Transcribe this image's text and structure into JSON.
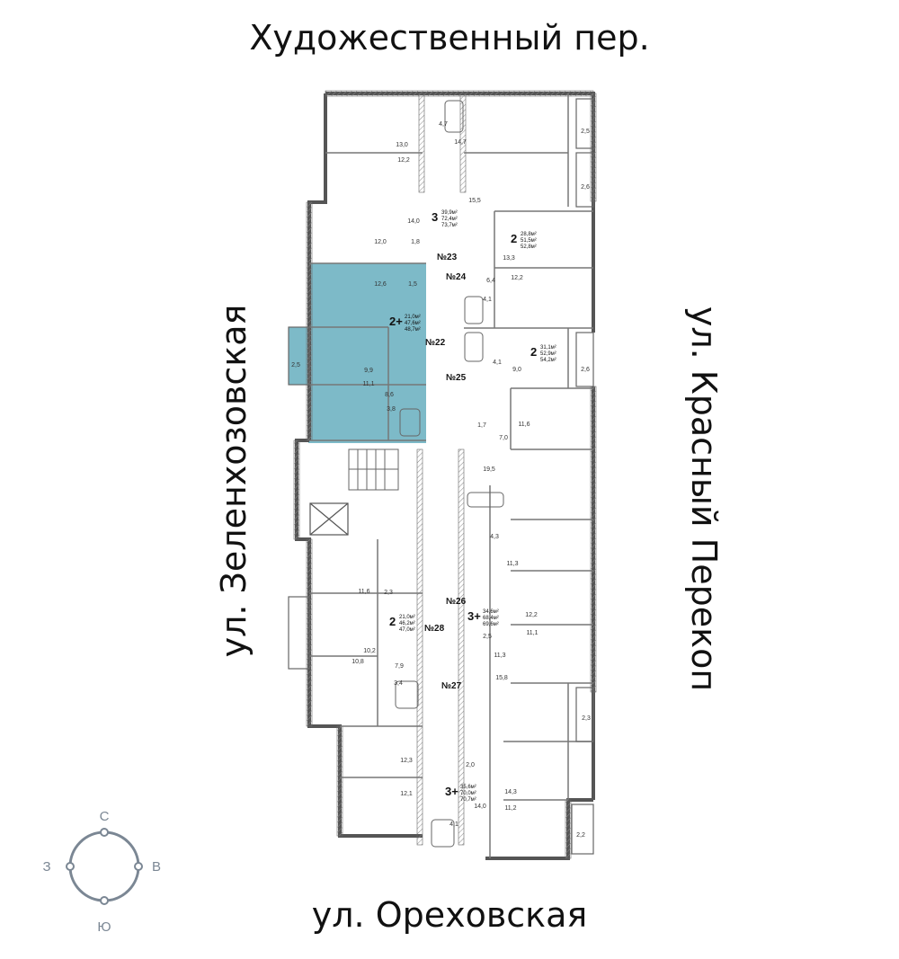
{
  "streets": {
    "top": "Художественный пер.",
    "bottom": "ул. Ореховская",
    "left": "ул. Зеленхозовская",
    "right": "ул. Красный Перекоп"
  },
  "compass": {
    "north": "С",
    "south": "Ю",
    "west": "З",
    "east": "В"
  },
  "highlight_color": "#6fb3c2",
  "apartments": [
    {
      "id": "apt-23",
      "number": "№23",
      "type": "3",
      "areas": [
        "39,9м²",
        "72,4м²",
        "73,7м²"
      ]
    },
    {
      "id": "apt-24",
      "number": "№24",
      "type": "2",
      "areas": [
        "28,8м²",
        "51,5м²",
        "52,8м²"
      ]
    },
    {
      "id": "apt-22",
      "number": "№22",
      "type": "2+",
      "areas": [
        "21,0м²",
        "47,6м²",
        "48,7м²"
      ],
      "highlighted": true
    },
    {
      "id": "apt-25",
      "number": "№25",
      "type": "2",
      "areas": [
        "31,1м²",
        "52,9м²",
        "54,2м²"
      ]
    },
    {
      "id": "apt-26",
      "number": "№26",
      "type": "3+",
      "areas": [
        "34,6м²",
        "68,4м²",
        "69,6м²"
      ]
    },
    {
      "id": "apt-28",
      "number": "№28",
      "type": "2",
      "areas": [
        "21,0м²",
        "46,2м²",
        "47,0м²"
      ]
    },
    {
      "id": "apt-27",
      "number": "№27",
      "type": "3+",
      "areas": [
        "35,6м²",
        "70,0м²",
        "70,7м²"
      ]
    }
  ],
  "room_areas": [
    "4,7",
    "14,7",
    "13,0",
    "12,2",
    "2,5",
    "2,6",
    "15,5",
    "14,0",
    "12,0",
    "1,8",
    "13,3",
    "6,4",
    "12,2",
    "4,1",
    "12,6",
    "1,5",
    "2,5",
    "9,9",
    "11,1",
    "8,6",
    "3,8",
    "4,1",
    "9,0",
    "2,6",
    "1,7",
    "7,0",
    "11,6",
    "19,5",
    "4,3",
    "11,3",
    "11,6",
    "2,3",
    "12,2",
    "2,5",
    "11,1",
    "10,2",
    "11,3",
    "10,8",
    "7,9",
    "15,8",
    "3,4",
    "2,3",
    "2,0",
    "12,3",
    "14,3",
    "12,1",
    "14,0",
    "11,2",
    "4,1",
    "2,2"
  ]
}
